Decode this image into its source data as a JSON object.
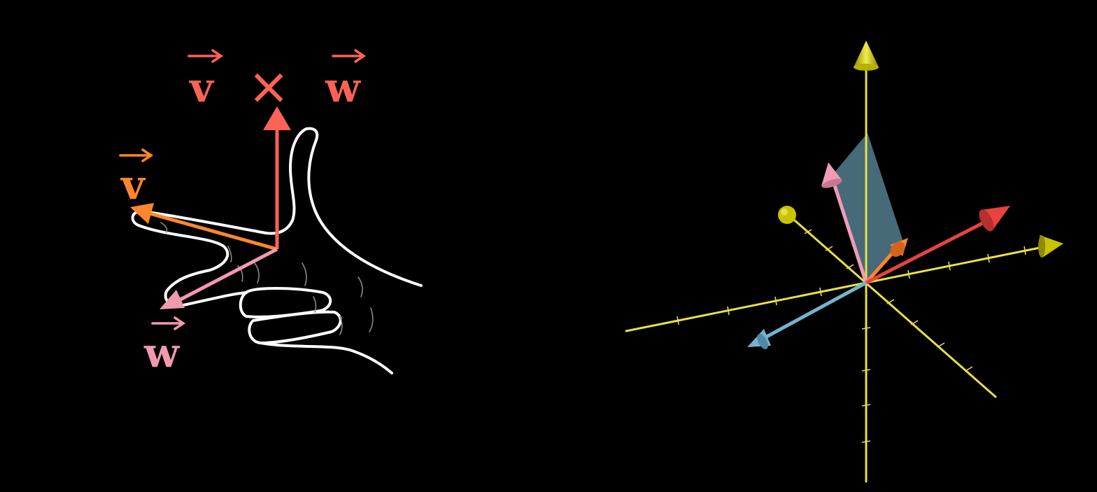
{
  "left_diagram": {
    "label_cross": {
      "v": "v",
      "times": "×",
      "w": "w"
    },
    "label_v": "v",
    "label_w": "w",
    "colors": {
      "cross_product": "#fc6255",
      "v": "#ff862f",
      "w": "#f09ab0",
      "hand_outline": "#ffffff"
    }
  },
  "right_diagram": {
    "colors": {
      "axes": "#e6e04a",
      "axis_tips": "#c9c300",
      "v": "#ff862f",
      "w": "#f29bb7",
      "cross_product": "#e8433f",
      "negative_vector": "#74b3d0",
      "parallelogram": "#5e8ea0"
    }
  }
}
